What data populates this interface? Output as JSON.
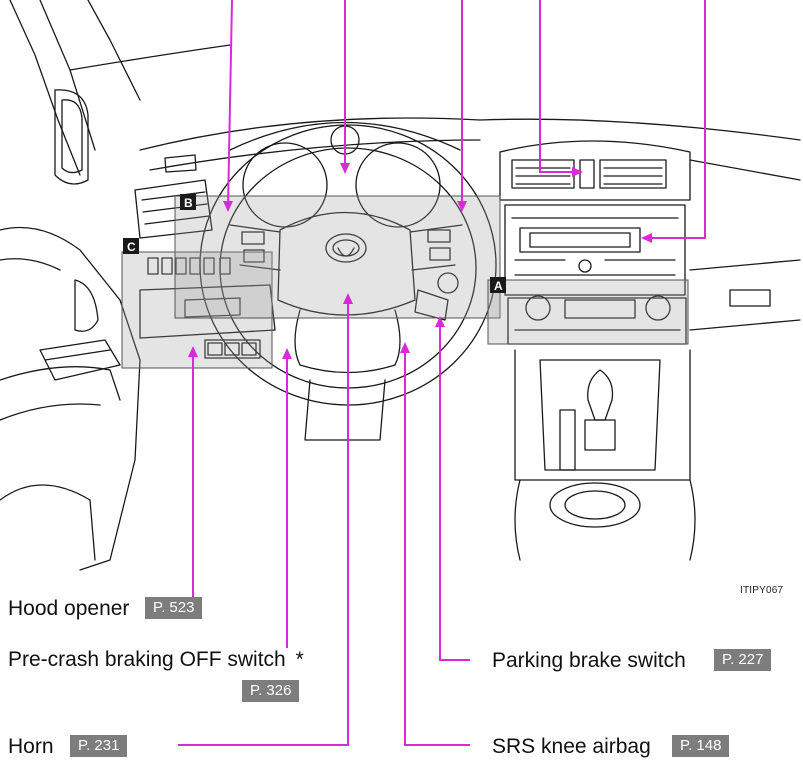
{
  "illustration": {
    "code": "ITIPY067",
    "region_keys": [
      "A",
      "B",
      "C"
    ],
    "accent_color": "#d82ad8",
    "page_ref_color": "#7d7d7d"
  },
  "callouts": {
    "hood_opener": {
      "label": "Hood opener",
      "page": "P. 523"
    },
    "precrash": {
      "label": "Pre-crash braking OFF switch",
      "marker": "*",
      "page": "P. 326"
    },
    "parking_brake": {
      "label": "Parking brake switch",
      "page": "P. 227"
    },
    "horn": {
      "label": "Horn",
      "page": "P. 231"
    },
    "srs_knee": {
      "label": "SRS knee airbag",
      "page": "P. 148"
    }
  }
}
